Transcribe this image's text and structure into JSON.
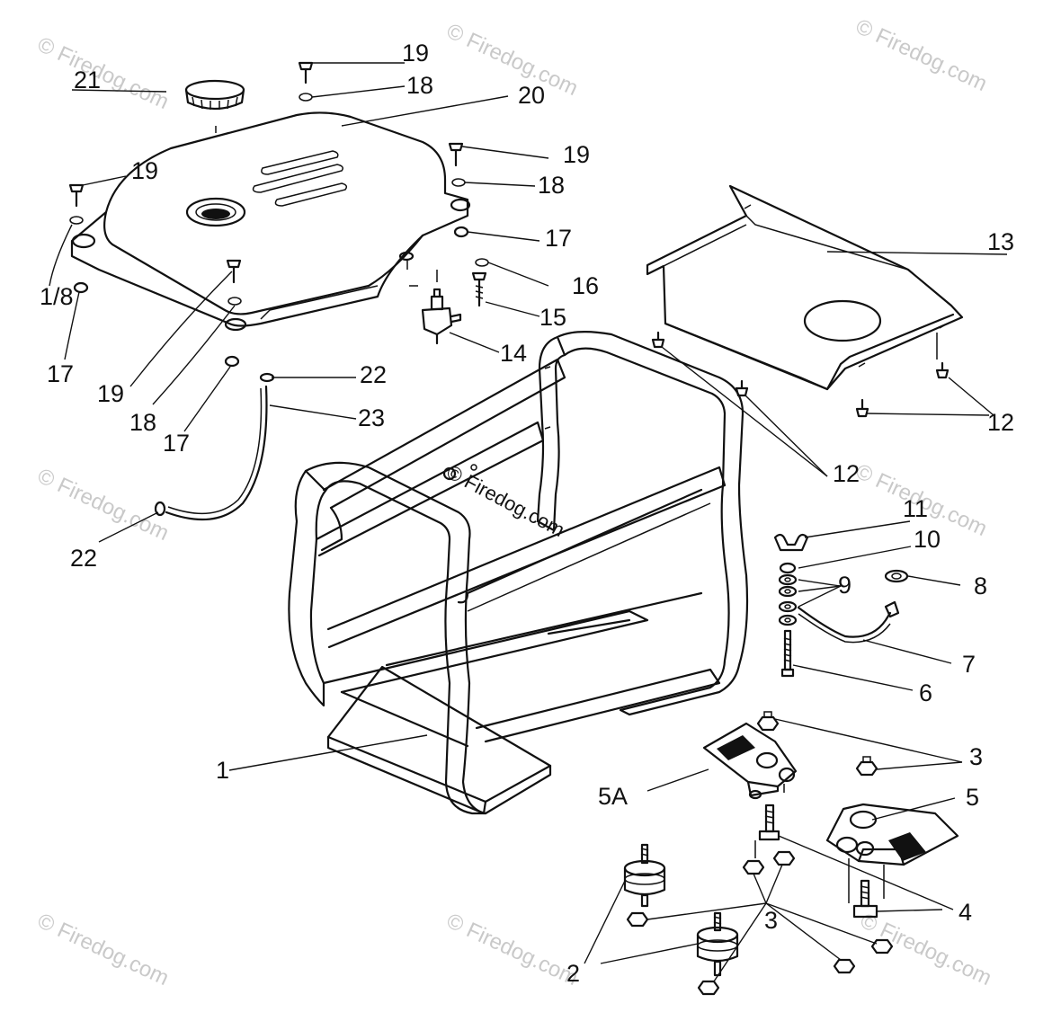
{
  "watermark": {
    "text": "© Firedog.com",
    "center_text": "© Firedog.com"
  },
  "callouts": {
    "c1": "1",
    "c2": "2",
    "c3a": "3",
    "c3b": "3",
    "c4": "4",
    "c5": "5",
    "c5a": "5A",
    "c6": "6",
    "c7": "7",
    "c8": "8",
    "c9": "9",
    "c10": "10",
    "c11": "11",
    "c12a": "12",
    "c12b": "12",
    "c13": "13",
    "c14": "14",
    "c15": "15",
    "c16": "16",
    "c17a": "17",
    "c17b": "17",
    "c17c": "17",
    "c18a": "18",
    "c18b": "18",
    "c18c": "18",
    "c18d": "1/8",
    "c19a": "19",
    "c19b": "19",
    "c19c": "19",
    "c19d": "19",
    "c20": "20",
    "c21": "21",
    "c22a": "22",
    "c22b": "22",
    "c23": "23"
  }
}
